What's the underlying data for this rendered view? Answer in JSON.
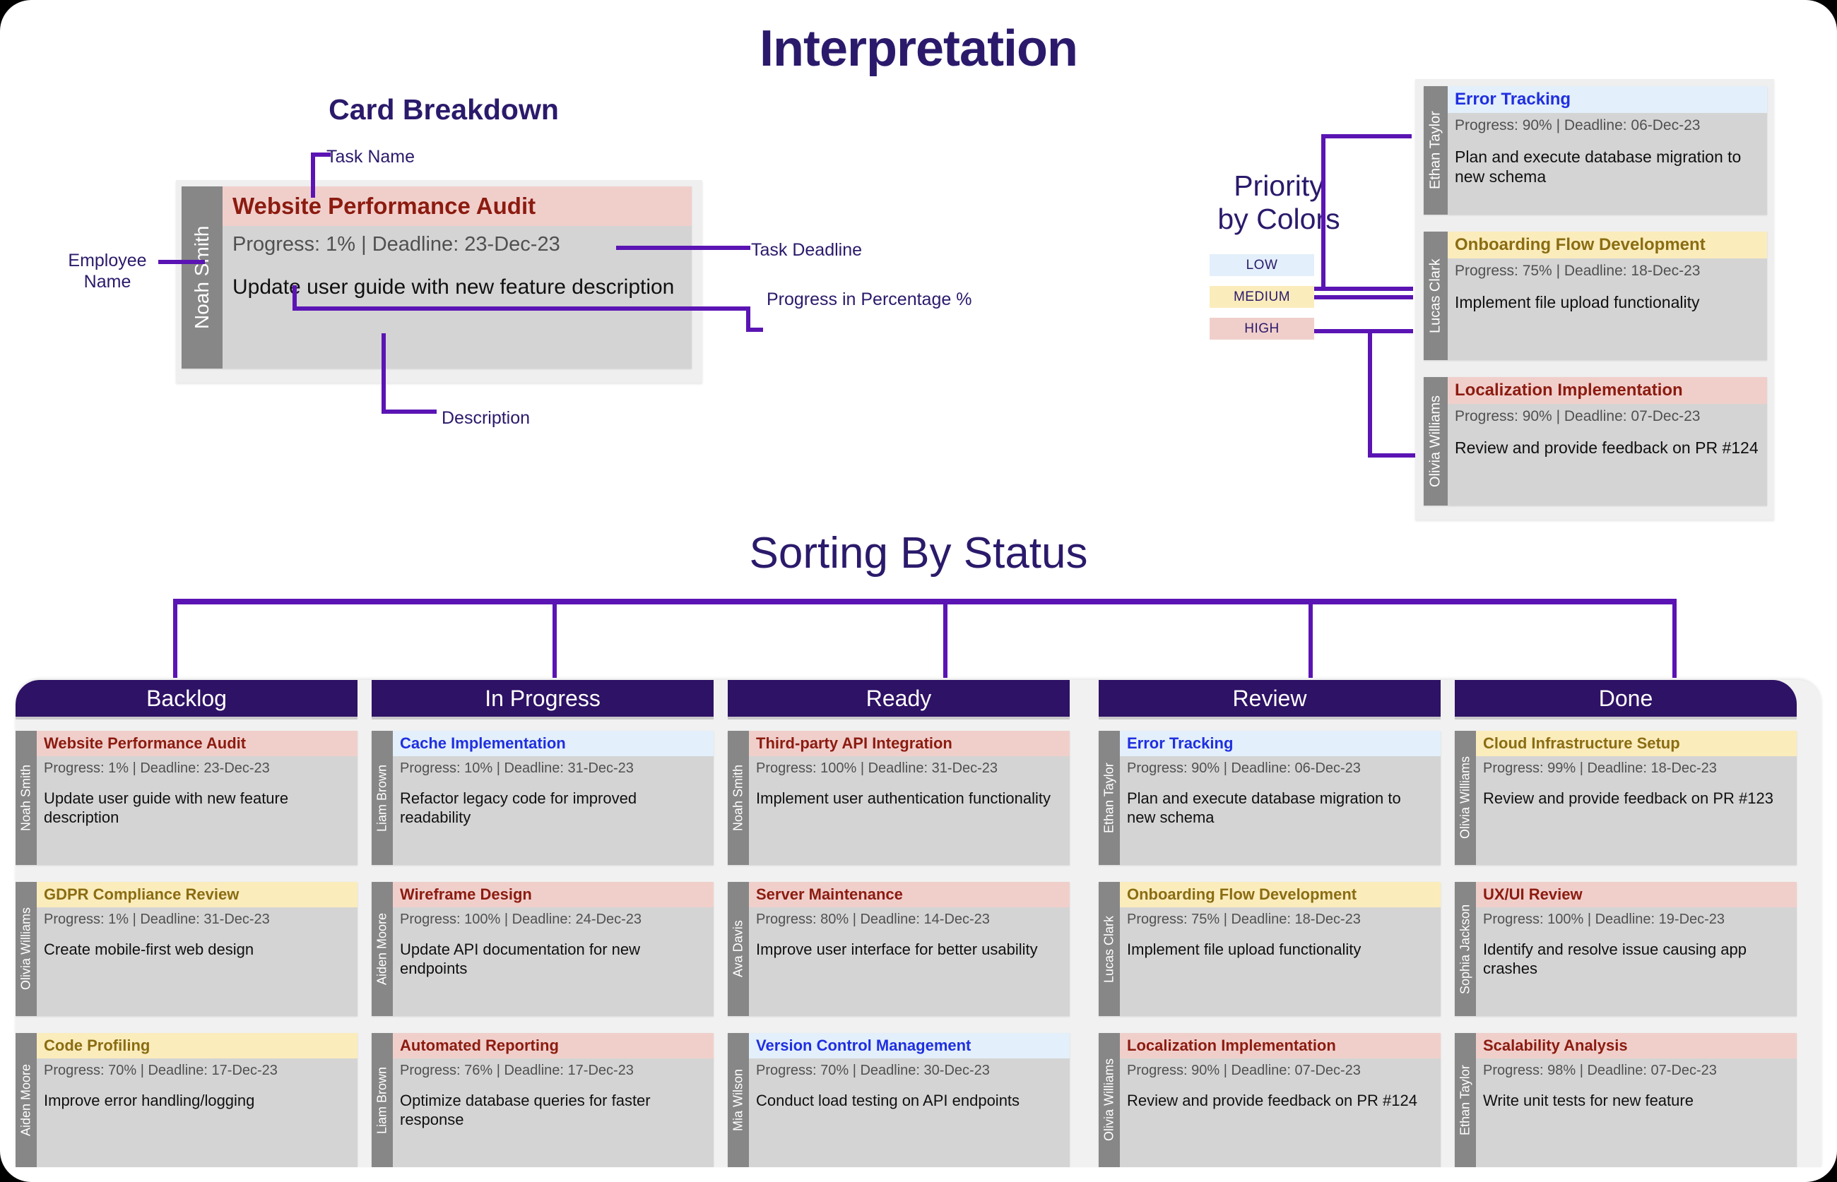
{
  "titles": {
    "main": "Interpretation",
    "card_breakdown": "Card Breakdown",
    "priority_line1": "Priority",
    "priority_line2": "by Colors",
    "sorting": "Sorting By Status"
  },
  "annotations": {
    "employee_name": "Employee Name",
    "task_name": "Task Name",
    "task_deadline": "Task Deadline",
    "progress_percentage": "Progress in Percentage %",
    "description": "Description"
  },
  "colors": {
    "accent_purple": "#5b14b4",
    "title_navy": "#2b1a6b",
    "header_navy": "#2e1265",
    "card_body_gray": "#d4d4d4",
    "employee_strip_gray": "#878787",
    "high_bg": "#f0cfcb",
    "high_text": "#8c1b10",
    "medium_bg": "#fbecbc",
    "medium_text": "#8a6d12",
    "low_bg": "#e3effa",
    "low_text": "#1f2fe0"
  },
  "breakdown_card": {
    "employee": "Noah Smith",
    "task": "Website Performance Audit",
    "meta": "Progress: 1% | Deadline: 23-Dec-23",
    "description": "Update user guide with new feature description",
    "priority": "high"
  },
  "priority_legend": [
    {
      "label": "LOW",
      "priority": "low"
    },
    {
      "label": "MEDIUM",
      "priority": "medium"
    },
    {
      "label": "HIGH",
      "priority": "high"
    }
  ],
  "priority_examples": [
    {
      "employee": "Ethan Taylor",
      "task": "Error Tracking",
      "meta": "Progress: 90% | Deadline: 06-Dec-23",
      "description": "Plan and execute database migration to new schema",
      "priority": "low"
    },
    {
      "employee": "Lucas Clark",
      "task": "Onboarding Flow Development",
      "meta": "Progress: 75% | Deadline: 18-Dec-23",
      "description": "Implement file upload functionality",
      "priority": "medium"
    },
    {
      "employee": "Olivia Williams",
      "task": "Localization Implementation",
      "meta": "Progress: 90% | Deadline: 07-Dec-23",
      "description": "Review and provide feedback on PR #124",
      "priority": "high"
    }
  ],
  "board": {
    "columns": [
      {
        "title": "Backlog",
        "cards": [
          {
            "employee": "Noah Smith",
            "task": "Website Performance Audit",
            "meta": "Progress: 1% | Deadline: 23-Dec-23",
            "description": "Update user guide with new feature description",
            "priority": "high"
          },
          {
            "employee": "Olivia Williams",
            "task": "GDPR Compliance Review",
            "meta": "Progress: 1% | Deadline: 31-Dec-23",
            "description": "Create mobile-first web design",
            "priority": "medium"
          },
          {
            "employee": "Aiden Moore",
            "task": "Code Profiling",
            "meta": "Progress: 70% | Deadline: 17-Dec-23",
            "description": "Improve error handling/logging",
            "priority": "medium"
          }
        ]
      },
      {
        "title": "In Progress",
        "cards": [
          {
            "employee": "Liam Brown",
            "task": "Cache Implementation",
            "meta": "Progress: 10% | Deadline: 31-Dec-23",
            "description": "Refactor legacy code for improved readability",
            "priority": "low"
          },
          {
            "employee": "Aiden Moore",
            "task": "Wireframe Design",
            "meta": "Progress: 100% | Deadline: 24-Dec-23",
            "description": "Update API documentation for new endpoints",
            "priority": "high"
          },
          {
            "employee": "Liam Brown",
            "task": "Automated Reporting",
            "meta": "Progress: 76% | Deadline: 17-Dec-23",
            "description": "Optimize database queries for faster response",
            "priority": "high"
          }
        ]
      },
      {
        "title": "Ready",
        "cards": [
          {
            "employee": "Noah Smith",
            "task": "Third-party API Integration",
            "meta": "Progress: 100% | Deadline: 31-Dec-23",
            "description": "Implement user authentication functionality",
            "priority": "high"
          },
          {
            "employee": "Ava Davis",
            "task": "Server Maintenance",
            "meta": "Progress: 80% | Deadline: 14-Dec-23",
            "description": "Improve user interface for better usability",
            "priority": "high"
          },
          {
            "employee": "Mia Wilson",
            "task": "Version Control Management",
            "meta": "Progress: 70% | Deadline: 30-Dec-23",
            "description": "Conduct load testing on API endpoints",
            "priority": "low"
          }
        ]
      },
      {
        "title": "Review",
        "cards": [
          {
            "employee": "Ethan Taylor",
            "task": "Error Tracking",
            "meta": "Progress: 90% | Deadline: 06-Dec-23",
            "description": "Plan and execute database migration to new schema",
            "priority": "low"
          },
          {
            "employee": "Lucas Clark",
            "task": "Onboarding Flow Development",
            "meta": "Progress: 75% | Deadline: 18-Dec-23",
            "description": "Implement file upload functionality",
            "priority": "medium"
          },
          {
            "employee": "Olivia Williams",
            "task": "Localization Implementation",
            "meta": "Progress: 90% | Deadline: 07-Dec-23",
            "description": "Review and provide feedback on PR #124",
            "priority": "high"
          }
        ]
      },
      {
        "title": "Done",
        "cards": [
          {
            "employee": "Olivia Williams",
            "task": "Cloud Infrastructure Setup",
            "meta": "Progress: 99% | Deadline: 18-Dec-23",
            "description": "Review and provide feedback on PR #123",
            "priority": "medium"
          },
          {
            "employee": "Sophia Jackson",
            "task": "UX/UI Review",
            "meta": "Progress: 100% | Deadline: 19-Dec-23",
            "description": "Identify and resolve issue causing app crashes",
            "priority": "high"
          },
          {
            "employee": "Ethan Taylor",
            "task": "Scalability Analysis",
            "meta": "Progress: 98% | Deadline: 07-Dec-23",
            "description": "Write unit tests for new feature",
            "priority": "high"
          }
        ]
      }
    ]
  }
}
